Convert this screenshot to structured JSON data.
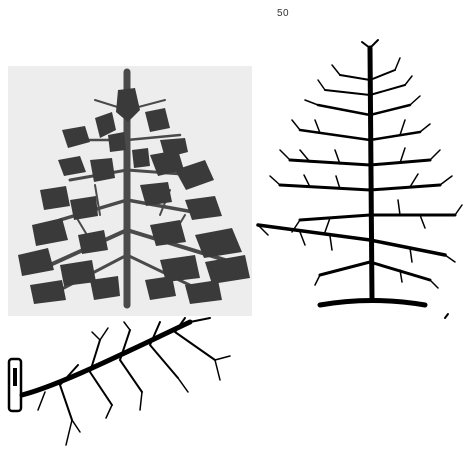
{
  "figure_label": "50",
  "panels": [
    {
      "id": "leafy-tree",
      "description_icon": "tree-with-foliage-icon"
    },
    {
      "id": "bare-tree",
      "description_icon": "bare-branch-tree-icon"
    },
    {
      "id": "branch-on-post",
      "description_icon": "wall-branch-icon"
    }
  ],
  "colors": {
    "panel_background": "#ededed",
    "ink": "#000000",
    "foliage": "#3a3a3a",
    "trunk": "#4a4a4a",
    "page": "#ffffff"
  }
}
